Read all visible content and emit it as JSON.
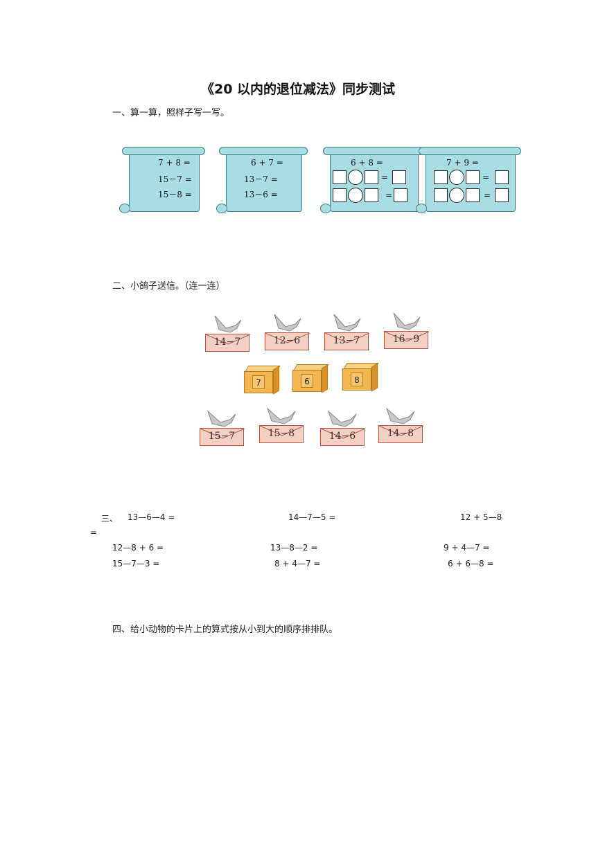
{
  "title": "《20 以内的退位减法》同步测试",
  "section1": {
    "heading": "一、算一算，照样子写一写。",
    "card1": [
      "7 + 8 =",
      "15－7 =",
      "15－8 ="
    ],
    "card2": [
      "6 + 7 =",
      "13－7 =",
      "13－6 ="
    ],
    "card3": {
      "top": "6 + 8 =",
      "eq": "="
    },
    "card4": {
      "top": "7 + 9 =",
      "eq": "="
    }
  },
  "section2": {
    "heading": "二、小鸽子送信。（连一连）",
    "top_envelopes": [
      "14−7",
      "12−6",
      "13−7",
      "16−9"
    ],
    "boxes": [
      "7",
      "6",
      "8"
    ],
    "bottom_envelopes": [
      "15−7",
      "15−8",
      "14−6",
      "14−8"
    ]
  },
  "section3": {
    "label": "三、",
    "row1": [
      "13—6—4 =",
      "14—7—5 =",
      "12 + 5—8"
    ],
    "row1_wrap": "=",
    "row2": [
      "12—8 + 6 =",
      "13—8—2 =",
      "9 + 4—7 ="
    ],
    "row3": [
      "15—7—3 =",
      "8 + 4—7 =",
      "6 + 6—8 ="
    ]
  },
  "section4": {
    "heading": "四、给小动物的卡片上的算式按从小到大的顺序排排队。"
  }
}
